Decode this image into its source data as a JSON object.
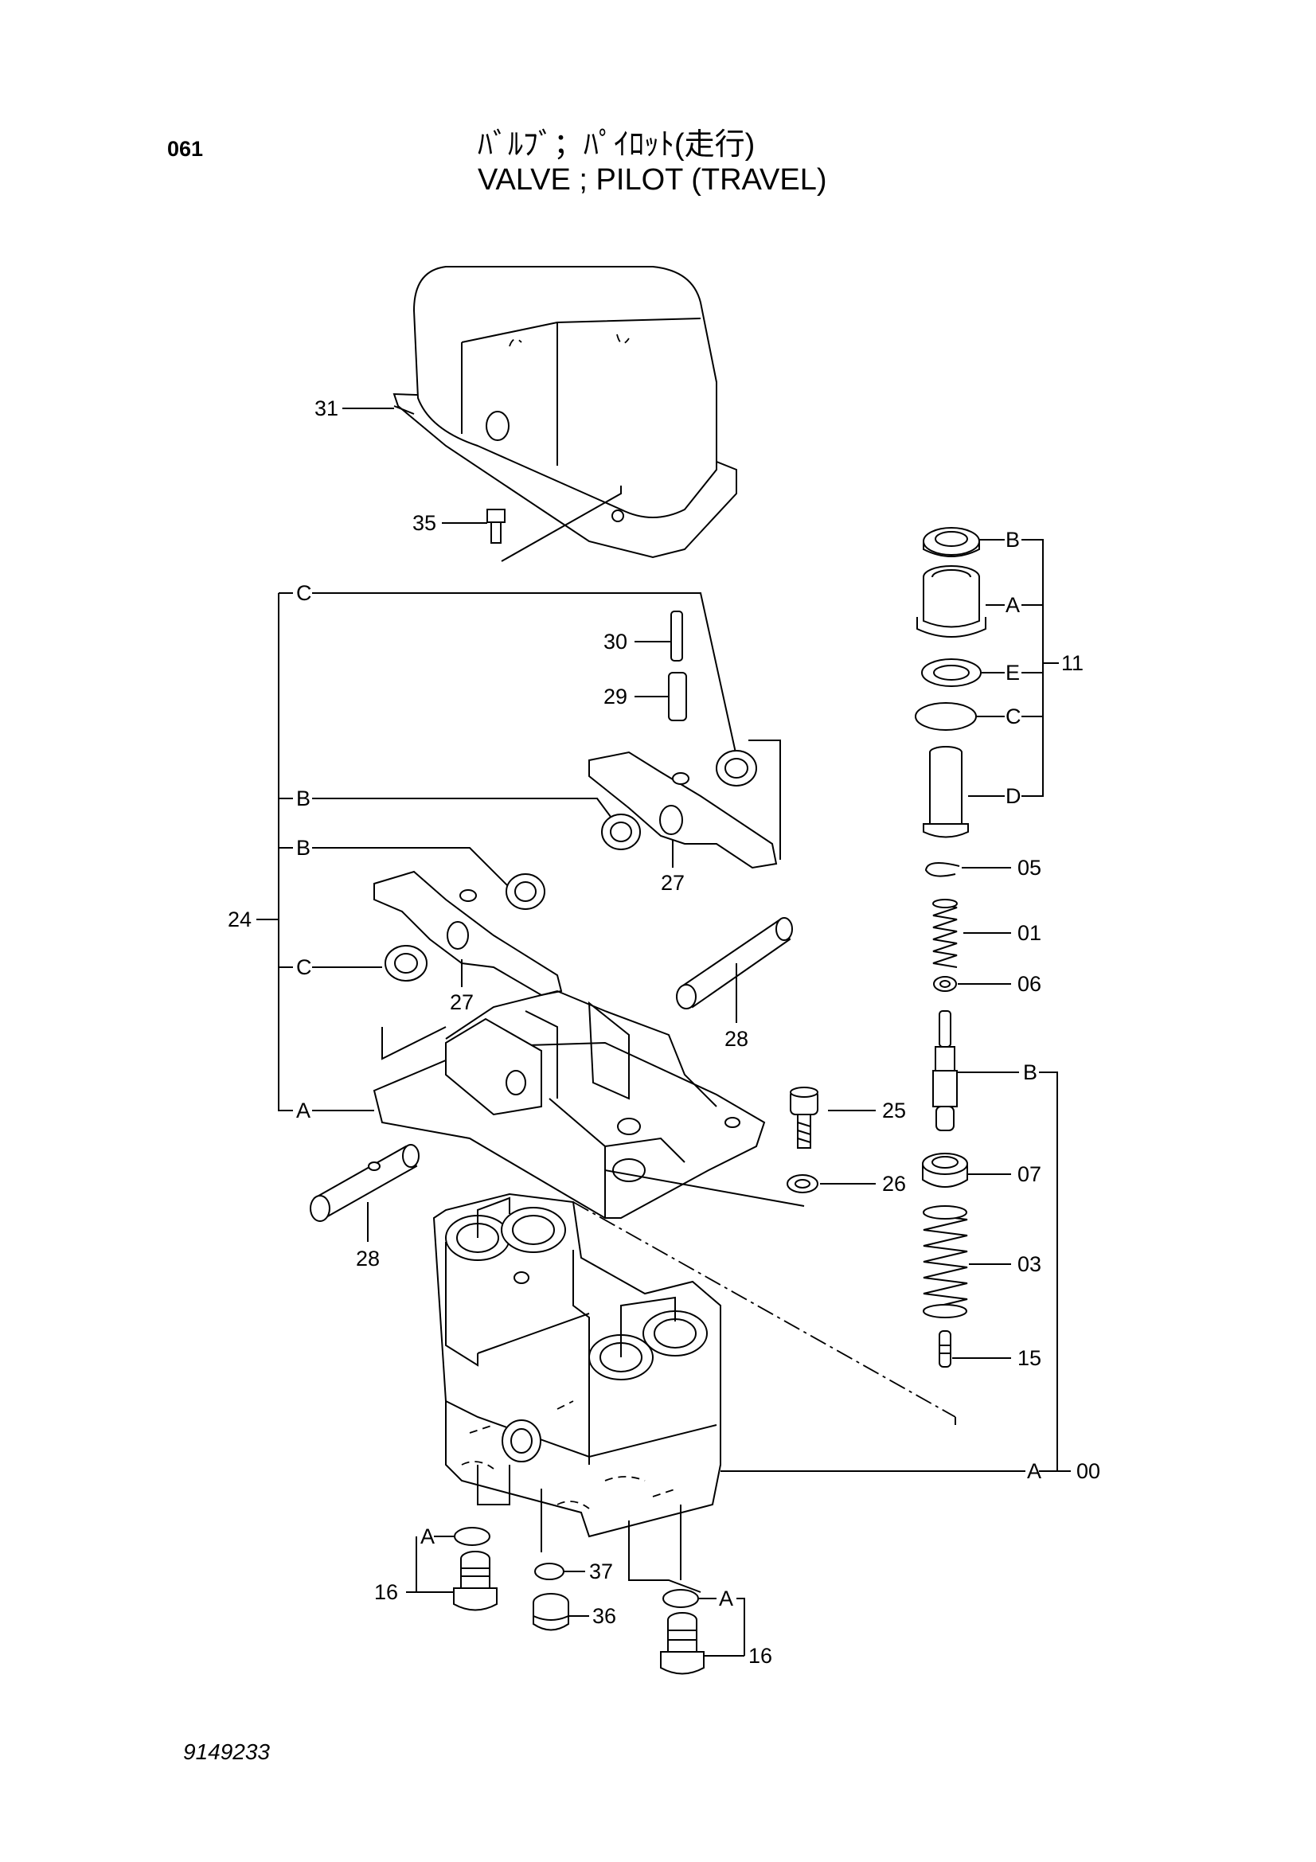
{
  "header": {
    "page_number": "061",
    "title_jp": "ﾊﾞﾙﾌﾞ；ﾊﾟｲﾛｯﾄ(走行)",
    "title_en": "VALVE ; PILOT (TRAVEL)"
  },
  "footer": {
    "doc_code": "9149233"
  },
  "callouts": {
    "p31": "31",
    "p35": "35",
    "p30": "30",
    "p29": "29",
    "p24": "24",
    "p27a": "27",
    "p27b": "27",
    "p28a": "28",
    "p28b": "28",
    "p25": "25",
    "p26": "26",
    "p11": "11",
    "p05": "05",
    "p01": "01",
    "p06": "06",
    "p07": "07",
    "p03": "03",
    "p15": "15",
    "p00": "00",
    "p16a": "16",
    "p16b": "16",
    "p37": "37",
    "p36": "36"
  },
  "letters": {
    "C1": "C",
    "B1": "B",
    "B2": "B",
    "C2": "C",
    "A1": "A",
    "rB": "B",
    "rA": "A",
    "rE": "E",
    "rC": "C",
    "rD": "D",
    "rB2": "B",
    "rA2": "A",
    "lA": "A",
    "lA2": "A"
  }
}
